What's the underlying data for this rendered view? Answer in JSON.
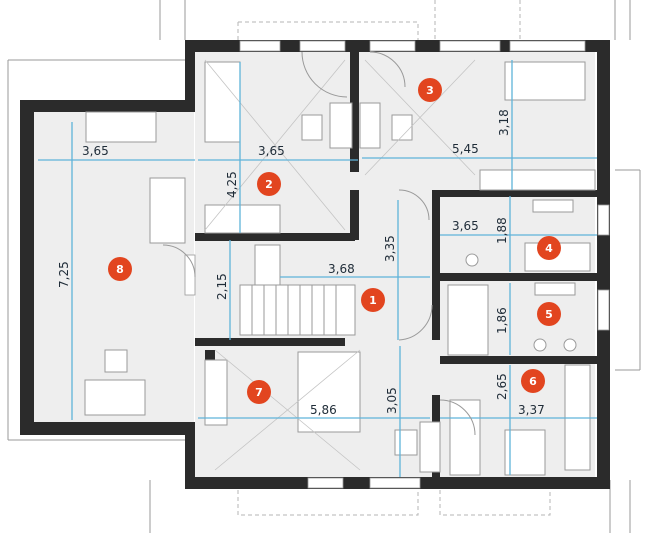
{
  "colors": {
    "wall": "#2b2b2b",
    "floor": "#eeeeee",
    "dimension": "#5fb3d9",
    "room_badge": "#e2451f",
    "window": "#ffffff"
  },
  "rooms": [
    {
      "number": "1"
    },
    {
      "number": "2"
    },
    {
      "number": "3"
    },
    {
      "number": "4"
    },
    {
      "number": "5"
    },
    {
      "number": "6"
    },
    {
      "number": "7"
    },
    {
      "number": "8"
    }
  ],
  "dimensions": [
    {
      "text": "3,65"
    },
    {
      "text": "7,25"
    },
    {
      "text": "3,65"
    },
    {
      "text": "4,25"
    },
    {
      "text": "5,45"
    },
    {
      "text": "3,18"
    },
    {
      "text": "3,65"
    },
    {
      "text": "1,88"
    },
    {
      "text": "3,68"
    },
    {
      "text": "3,35"
    },
    {
      "text": "2,15"
    },
    {
      "text": "1,86"
    },
    {
      "text": "2,65"
    },
    {
      "text": "3,37"
    },
    {
      "text": "5,86"
    },
    {
      "text": "3,05"
    }
  ]
}
